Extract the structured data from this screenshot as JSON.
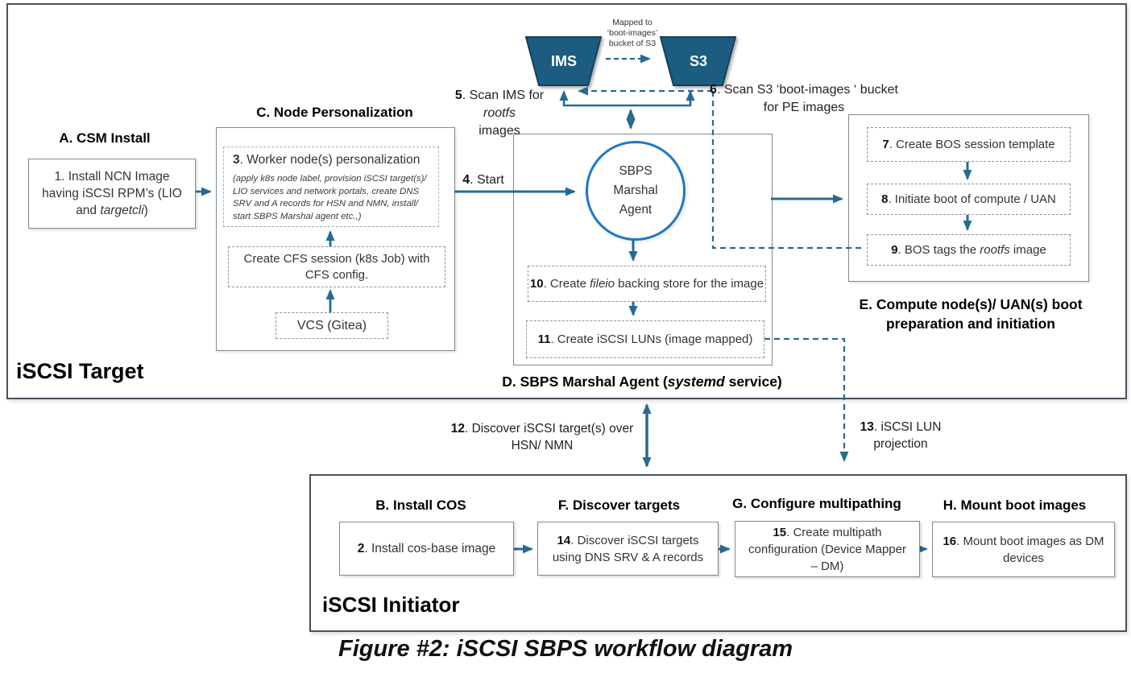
{
  "caption": "Figure #2: iSCSI SBPS workflow diagram",
  "colors": {
    "line": "#266b90",
    "trapezoid_fill": "#1d5c80",
    "circle_stroke": "#1e78c4"
  },
  "top": {
    "ims_label": "IMS",
    "s3_label": "S3",
    "mapped_note": {
      "line1": "Mapped to",
      "line2": "‘boot-images’",
      "line3": "bucket of S3"
    },
    "label5": {
      "num": "5",
      "pre": ". Scan IMS for ",
      "em": "rootfs",
      "line2": "images"
    },
    "label6": {
      "num": "6",
      "rest": ". Scan S3 ‘boot-images ‘ bucket",
      "line2": "for PE images"
    }
  },
  "target": {
    "title": "iSCSI Target",
    "csm": {
      "heading": "A. CSM Install",
      "box1": {
        "pre": "1. Install NCN Image having iSCSI RPM’s (LIO and ",
        "em": "targetcli",
        "post": ")"
      }
    },
    "personalization": {
      "heading": "C. Node Personalization",
      "box3": {
        "num": "3",
        "rest": ". Worker node(s) personalization",
        "note": "(apply k8s node label, provision iSCSI target(s)/ LIO services and network portals, create DNS SRV and A records for HSN and NMN, install/ start SBPS Marshal agent etc.,)"
      },
      "cfs_box": "Create CFS session (k8s Job) with CFS config.",
      "vcs_box": "VCS (Gitea)"
    },
    "start_label": {
      "num": "4",
      "rest": ". Start"
    },
    "marshal": {
      "circle_line1": "SBPS",
      "circle_line2": "Marshal",
      "circle_line3": "Agent",
      "box10": {
        "num": "10",
        "pre": ". Create ",
        "em": "fileio",
        "post": " backing store for the image"
      },
      "box11": {
        "num": "11",
        "rest": ". Create iSCSI LUNs (image mapped)"
      },
      "label": {
        "pre": "D. SBPS Marshal Agent (",
        "em": "systemd",
        "post": " service)"
      }
    },
    "boot_prep": {
      "box7": {
        "num": "7",
        "rest": ". Create BOS session template"
      },
      "box8": {
        "num": "8",
        "rest": ". Initiate boot of compute / UAN"
      },
      "box9": {
        "num": "9",
        "pre": ". BOS tags the ",
        "em": "rootfs",
        "post": " image"
      },
      "label_line1": "E. Compute node(s)/ UAN(s) boot",
      "label_line2": "preparation and initiation"
    }
  },
  "connectors": {
    "label12": {
      "num": "12",
      "rest": ". Discover iSCSI target(s) over",
      "line2": "HSN/ NMN"
    },
    "label13": {
      "num": "13",
      "rest": ". iSCSI LUN",
      "line2": "projection"
    }
  },
  "initiator": {
    "title": "iSCSI Initiator",
    "install_cos": {
      "heading": "B. Install COS",
      "box2": {
        "num": "2",
        "rest": ". Install cos-base image"
      }
    },
    "discover_targets": {
      "heading": "F. Discover targets",
      "box14": {
        "num": "14",
        "rest": ". Discover iSCSI targets using DNS SRV & A records"
      }
    },
    "configure_multipathing": {
      "heading": "G. Configure multipathing",
      "box15": {
        "num": "15",
        "rest": ". Create multipath configuration (Device Mapper – DM)"
      }
    },
    "mount_boot_images": {
      "heading": "H. Mount boot images",
      "box16": {
        "num": "16",
        "rest": ". Mount boot images as DM devices"
      }
    }
  }
}
